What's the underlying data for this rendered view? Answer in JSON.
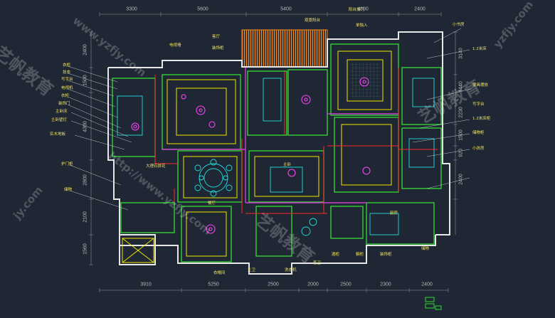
{
  "colors": {
    "background": "#1e2733",
    "wall_white": "#e8e8e8",
    "wall_green": "#33dd33",
    "accent_yellow": "#f2e500",
    "accent_red": "#ff2a2a",
    "accent_magenta": "#ff40ff",
    "accent_cyan": "#22dddd",
    "accent_orange": "#ff8a1a",
    "label_yellow": "#f0e26a",
    "dimension_gray": "#b8b8b8"
  },
  "dimensions": {
    "top": [
      "3300",
      "5600",
      "5400",
      "4800",
      "2400"
    ],
    "bottom": [
      "3910",
      "5250",
      "2500",
      "2000",
      "2500",
      "2300",
      "2400"
    ],
    "left": [
      "2400",
      "1500",
      "4300",
      "2800",
      "2100",
      "1560"
    ],
    "right": [
      "3140",
      "1440",
      "2230",
      "1500",
      "920",
      "2400"
    ]
  },
  "labels": {
    "top": [
      "观景阳台",
      "阳台加门",
      "单独入",
      "小书房"
    ],
    "left": [
      "衣柜",
      "挂衣",
      "写字台",
      "电视机",
      "衣柜",
      "装饰门",
      "主卧床",
      "主卧壁灯",
      "实木地板",
      "护门柜",
      "储物"
    ],
    "upper": [
      "电视墙",
      "客厅",
      "装饰柜"
    ],
    "right": [
      "1.2米床",
      "家具摆放",
      "写字台",
      "1.2米床柜",
      "储物柜",
      "小孩房"
    ],
    "center": [
      "大理石拼花",
      "餐厅",
      "主卧",
      "厨房"
    ],
    "bottom": [
      "衣帽间",
      "主卫",
      "洗衣机",
      "客卫",
      "酒柜",
      "橱柜",
      "装饰柜",
      "储物"
    ]
  },
  "watermarks": [
    "www.yzfjy.com",
    "艺帆教育",
    "http://www.yzfjy.com",
    "艺帆教育",
    "yzfjy.com",
    "艺帆教育",
    "jy.com"
  ]
}
